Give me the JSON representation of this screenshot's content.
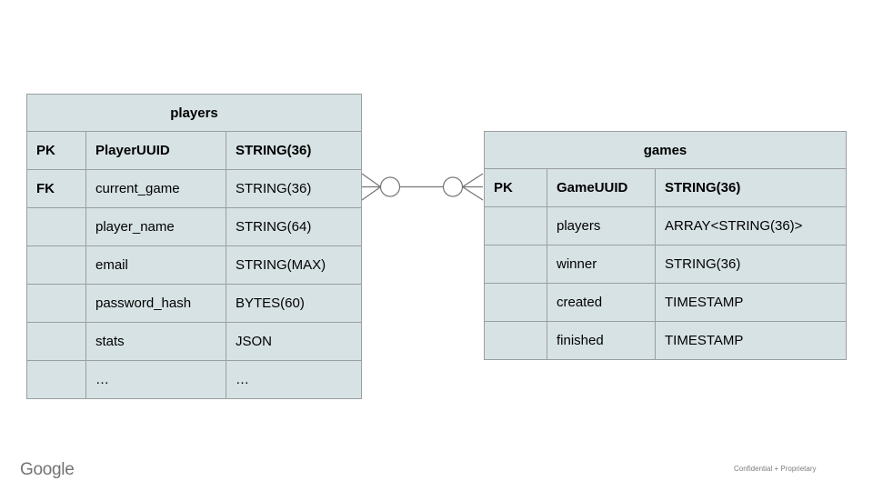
{
  "slide": {
    "tables": [
      {
        "name": "players",
        "rows": [
          {
            "key": "PK",
            "field": "PlayerUUID",
            "type": "STRING(36)"
          },
          {
            "key": "FK",
            "field": "current_game",
            "type": "STRING(36)"
          },
          {
            "key": "",
            "field": "player_name",
            "type": "STRING(64)"
          },
          {
            "key": "",
            "field": "email",
            "type": "STRING(MAX)"
          },
          {
            "key": "",
            "field": "password_hash",
            "type": "BYTES(60)"
          },
          {
            "key": "",
            "field": "stats",
            "type": "JSON"
          },
          {
            "key": "",
            "field": "…",
            "type": "…"
          }
        ]
      },
      {
        "name": "games",
        "rows": [
          {
            "key": "PK",
            "field": "GameUUID",
            "type": "STRING(36)"
          },
          {
            "key": "",
            "field": "players",
            "type": "ARRAY<STRING(36)>"
          },
          {
            "key": "",
            "field": "winner",
            "type": "STRING(36)"
          },
          {
            "key": "",
            "field": "created",
            "type": "TIMESTAMP"
          },
          {
            "key": "",
            "field": "finished",
            "type": "TIMESTAMP"
          }
        ]
      }
    ],
    "relationship": {
      "left_end": "zero-or-many",
      "right_end": "zero-or-many"
    },
    "footer": {
      "logo_text": "Google",
      "note": "Confidential + Proprietary"
    },
    "colors": {
      "cell_fill": "#d7e2e4",
      "cell_border": "#9a9fa1",
      "connector_line": "#757575",
      "text": "#000000",
      "footer_gray": "#737373"
    }
  }
}
